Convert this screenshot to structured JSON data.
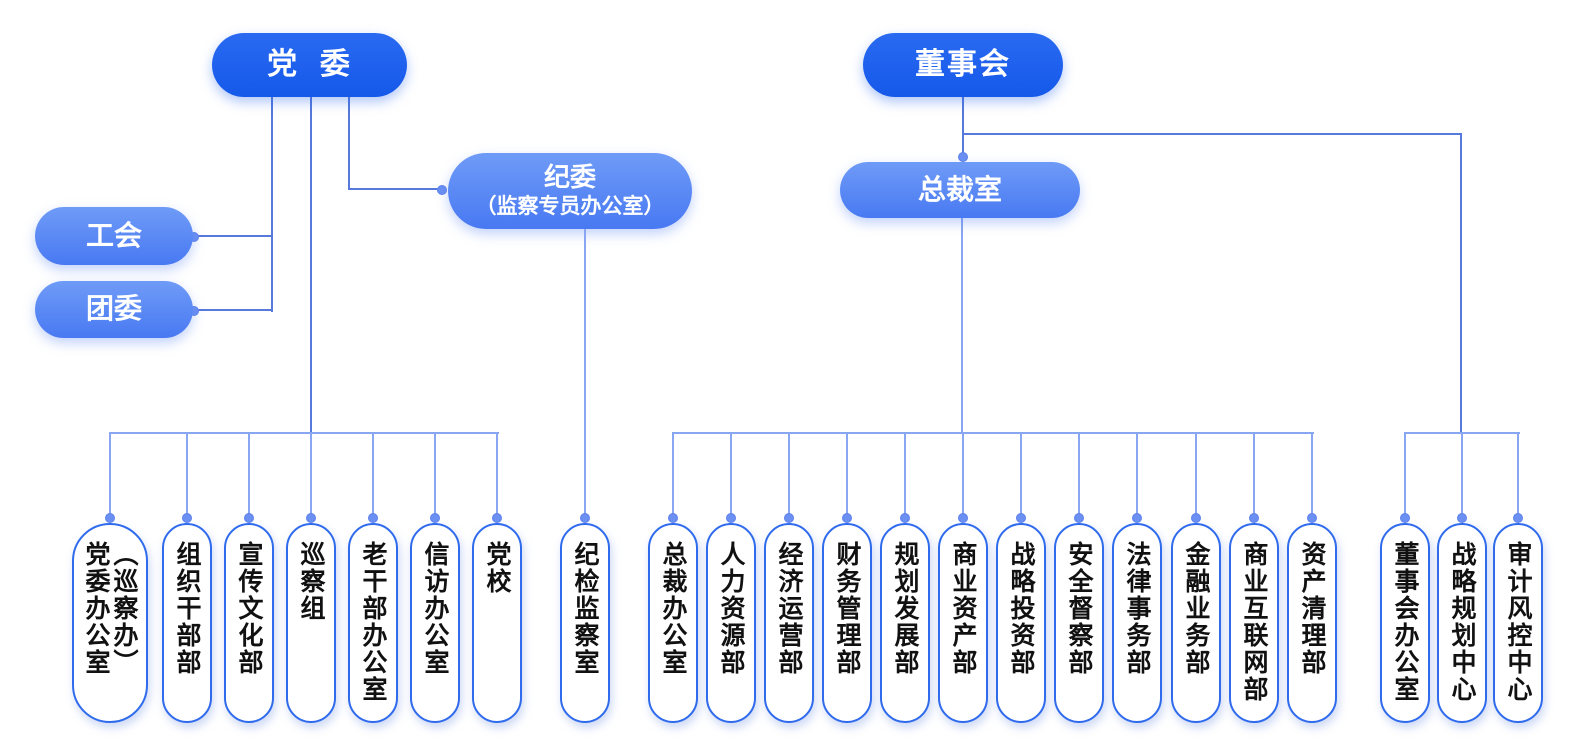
{
  "org": {
    "nodes": {
      "party_committee": "党  委",
      "board_of_directors": "董事会",
      "labor_union": "工会",
      "youth_league": "团委",
      "discipline_committee_line1": "纪委",
      "discipline_committee_line2": "（监察专员办公室）",
      "president_office": "总裁室"
    },
    "groups": {
      "party": [
        "党委办公室（巡察办）",
        "组织干部部",
        "宣传文化部",
        "巡察组",
        "老干部办公室",
        "信访办公室",
        "党校"
      ],
      "discipline": [
        "纪检监察室"
      ],
      "president": [
        "总裁办公室",
        "人力资源部",
        "经济运营部",
        "财务管理部",
        "规划发展部",
        "商业资产部",
        "战略投资部",
        "安全督察部",
        "法律事务部",
        "金融业务部",
        "商业互联网部",
        "资产清理部"
      ],
      "board": [
        "董事会办公室",
        "战略规划中心",
        "审计风控中心"
      ]
    },
    "colors": {
      "node_solid_top": "#2a6af1",
      "node_solid_bottom": "#1559ea",
      "node_gradient_top": "#6f9bf7",
      "node_gradient_bottom": "#4879f2",
      "capsule_border": "#2f6bec",
      "connector_light": "#89a6f2",
      "connector_medium": "#5679db",
      "dot": "#6b8ff2",
      "capsule_text": "#111111"
    }
  }
}
